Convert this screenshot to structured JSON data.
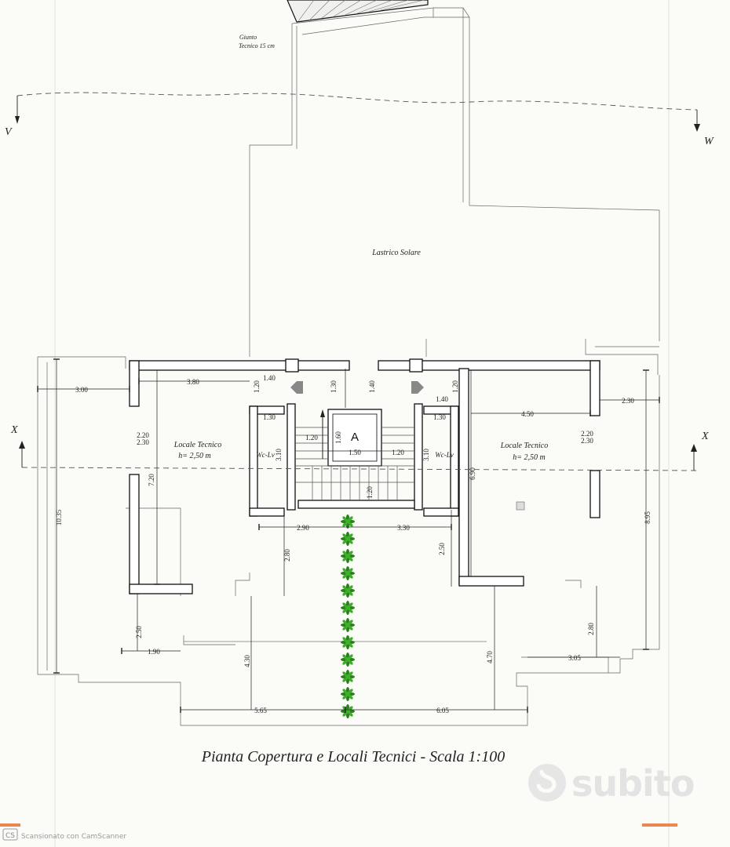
{
  "labels": {
    "giunto_line1": "Giunto",
    "giunto_line2": "Tecnico 15 cm",
    "lastrico": "Lastrico Solare",
    "locale_left": "Locale Tecnico",
    "height_left": "h= 2,50 m",
    "locale_right": "Locale Tecnico",
    "height_right": "h= 2,50 m",
    "wc_left": "Wc-Lv",
    "wc_right": "Wc-Lv",
    "stair_a": "A",
    "section_x_left": "X",
    "section_x_right": "X",
    "section_w_left": "V",
    "section_w_right": "W"
  },
  "dimensions": {
    "d_300": "3.00",
    "d_380": "3.80",
    "d_140a": "1.40",
    "d_120a": "1.20",
    "d_130a": "1.30",
    "d_140b": "1.40",
    "d_140c": "1.40",
    "d_120b": "1.20",
    "d_450": "4.50",
    "d_230a": "2.30",
    "d_130b": "1.30",
    "d_130c": "1.30",
    "d_120c": "1.20",
    "d_160": "1.60",
    "d_150": "1.50",
    "d_120d": "1.20",
    "d_310a": "3.10",
    "d_310b": "3.10",
    "d_220a": "2.20",
    "d_230b": "2.30",
    "d_220b": "2.20",
    "d_230c": "2.30",
    "d_720": "7.20",
    "d_1035": "10.35",
    "d_690": "6.90",
    "d_895": "8.95",
    "d_120e": "1.20",
    "d_290": "2.90",
    "d_330": "3.30",
    "d_280a": "2.80",
    "d_250a": "2.50",
    "d_250b": "2.50",
    "d_190": "1.90",
    "d_430": "4.30",
    "d_470": "4.70",
    "d_280b": "2.80",
    "d_305": "3.05",
    "d_565": "5.65",
    "d_605": "6.05"
  },
  "title": "Pianta Copertura e Locali Tecnici -  Scala 1:100",
  "watermark": {
    "brand": "subito",
    "scanner_badge": "CS",
    "scanner_text": "Scansionato con CamScanner"
  },
  "colors": {
    "plant": "#3fae2c",
    "plant_dark": "#2b7f1d",
    "watermark": "#e3e3e3",
    "accent_orange": "#e86a2a"
  }
}
